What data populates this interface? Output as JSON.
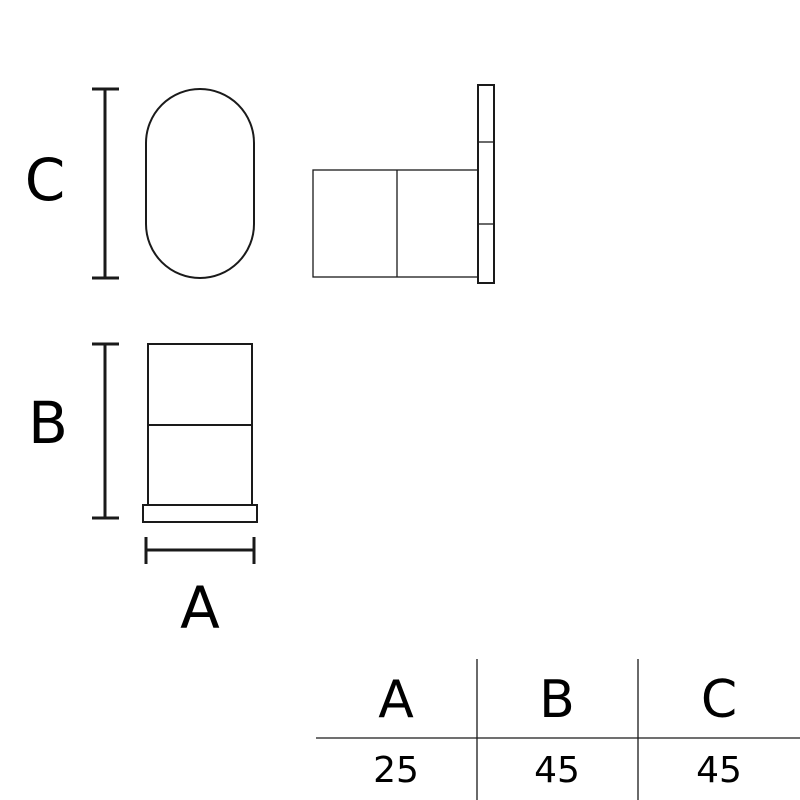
{
  "drawing": {
    "dimension_labels": {
      "a": "A",
      "b": "B",
      "c": "C"
    }
  },
  "table": {
    "headers": [
      "A",
      "B",
      "C"
    ],
    "values": [
      "25",
      "45",
      "45"
    ]
  }
}
